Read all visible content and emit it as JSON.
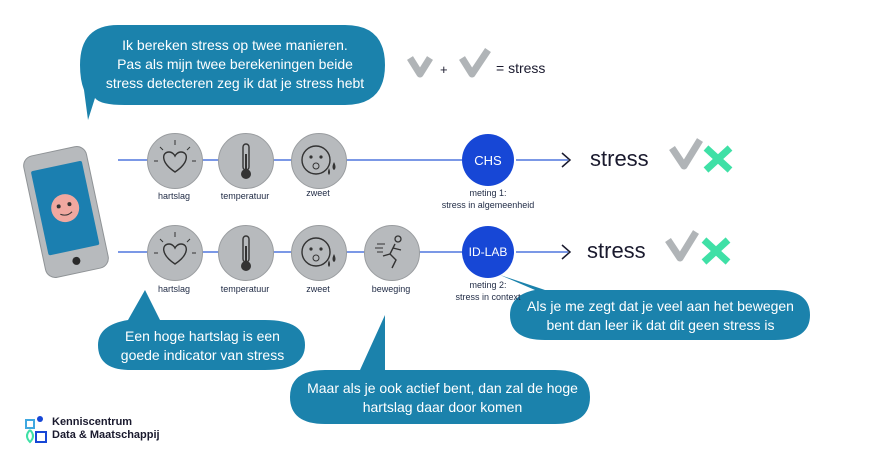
{
  "bubbles": {
    "top": [
      "Ik bereken stress op twee manieren.",
      "Pas als mijn twee berekeningen beide",
      "stress detecteren zeg ik dat je stress hebt"
    ],
    "heartrate": [
      "Een hoge hartslag is een",
      "goede indicator van stress"
    ],
    "active": [
      "Maar als je ook actief bent, dan zal de hoge",
      "hartslag daar door komen"
    ],
    "movement": [
      "Als je me zegt dat je veel aan het bewegen",
      "bent dan leer ik dat dit geen stress is"
    ]
  },
  "legend": {
    "plus": "+",
    "result": "= stress"
  },
  "row1": {
    "sensors": [
      "hartslag",
      "temperatuur",
      "zweet"
    ],
    "method": "CHS",
    "meting": [
      "meting 1:",
      "stress in algemeenheid"
    ],
    "result": "stress"
  },
  "row2": {
    "sensors": [
      "hartslag",
      "temperatuur",
      "zweet",
      "beweging"
    ],
    "method": "ID-LAB",
    "meting": [
      "meting 2:",
      "stress in context"
    ],
    "result": "stress"
  },
  "logo": {
    "line1": "Kenniscentrum",
    "line2": "Data & Maatschappij"
  },
  "colors": {
    "bubble": "#1b82ac",
    "line": "#2c5bd8",
    "node": "#1747d6",
    "check": "#b0b4b7",
    "cross": "#3fe0a6",
    "circle": "#b7babd"
  },
  "icons": [
    "heart-icon",
    "thermometer-icon",
    "sweat-face-icon",
    "running-person-icon",
    "check-icon",
    "cross-icon",
    "phone-icon"
  ]
}
